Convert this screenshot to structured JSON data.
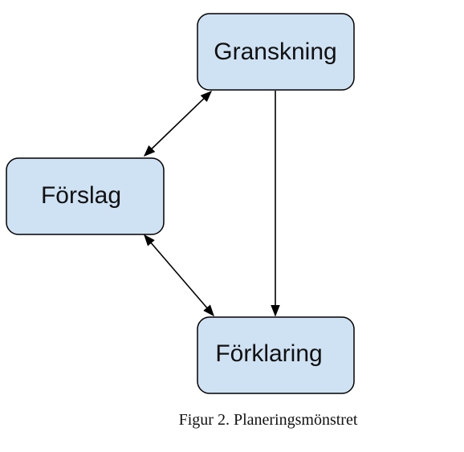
{
  "diagram": {
    "nodes": {
      "granskning": {
        "label": "Granskning"
      },
      "forslag": {
        "label": "Förslag"
      },
      "forklaring": {
        "label": "Förklaring"
      }
    },
    "edges": [
      {
        "from": "granskning",
        "to": "forslag",
        "direction": "both"
      },
      {
        "from": "forslag",
        "to": "forklaring",
        "direction": "both"
      },
      {
        "from": "granskning",
        "to": "forklaring",
        "direction": "forward"
      }
    ],
    "colors": {
      "node_fill": "#cfe2f3",
      "node_stroke": "#000000",
      "edge": "#000000"
    }
  },
  "caption": "Figur 2. Planeringsmönstret"
}
